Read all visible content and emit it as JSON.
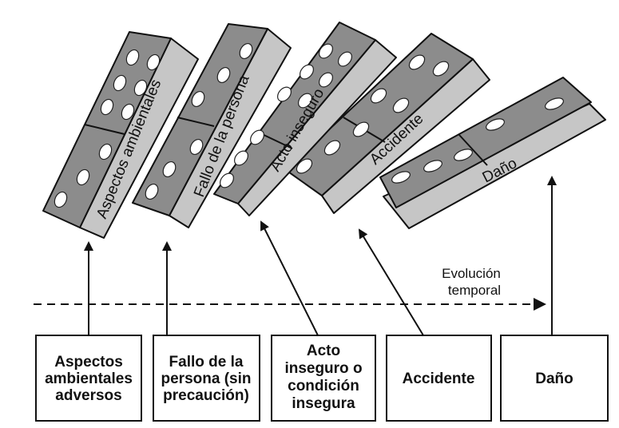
{
  "dominoes": [
    {
      "label": "Aspectos ambientales"
    },
    {
      "label": "Fallo de la persona"
    },
    {
      "label": "Acto inseguro"
    },
    {
      "label": "Accidente"
    },
    {
      "label": "Daño"
    }
  ],
  "timeline": {
    "line1": "Evolución",
    "line2": "temporal"
  },
  "boxes": [
    {
      "lines": [
        "Aspectos",
        "ambientales",
        "adversos"
      ]
    },
    {
      "lines": [
        "Fallo de la",
        "persona (sin",
        "precaución)"
      ]
    },
    {
      "lines": [
        "Acto",
        "inseguro o",
        "condición",
        "insegura"
      ]
    },
    {
      "lines": [
        "Accidente"
      ]
    },
    {
      "lines": [
        "Daño"
      ]
    }
  ]
}
